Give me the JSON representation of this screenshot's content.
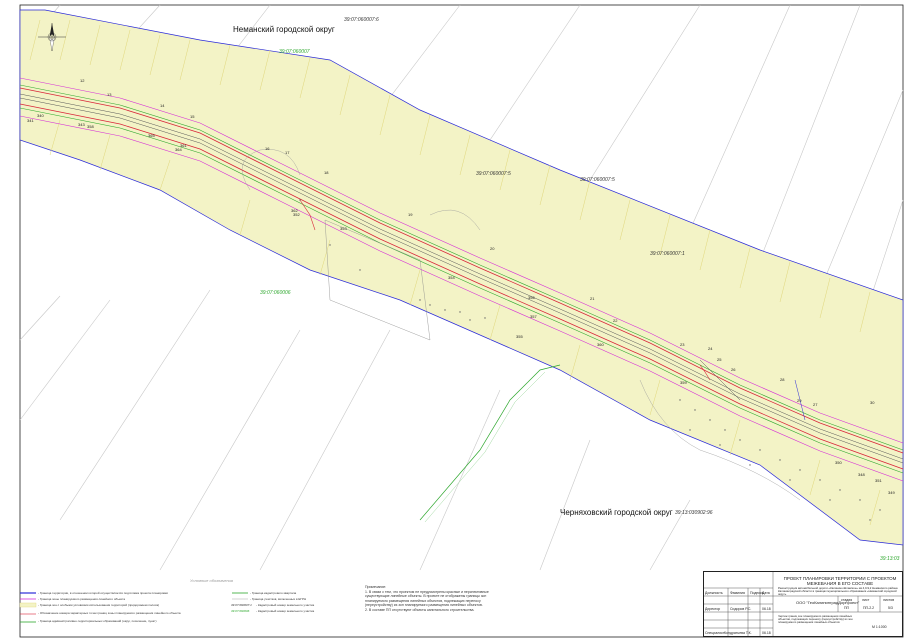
{
  "districts": {
    "neman": "Неманский городской округ",
    "chernyakhovsk": "Черняховский городской округ"
  },
  "cadastral_labels": {
    "top_1": "39:07:060007:6",
    "quarter_top_green": "39:07:060007",
    "mid_1": "39:07:060007:5",
    "mid_2": "39:07:060007:5",
    "mid_3": "39:07:060007:1",
    "quarter_left_green": "39:07:060006",
    "bottom": "39:13:030902:96",
    "corner_green": "39:13:03"
  },
  "parcel_numbers": [
    "12",
    "13",
    "14",
    "15",
    "16",
    "17",
    "18",
    "19",
    "20",
    "21",
    "22",
    "23",
    "24",
    "25",
    "26",
    "27",
    "28",
    "29",
    "30",
    "340",
    "341",
    "343",
    "348",
    "349",
    "350",
    "351",
    "352",
    "353",
    "354",
    "355",
    "356",
    "357",
    "358",
    "359",
    "360",
    "361",
    "362",
    "364",
    "365"
  ],
  "legend": {
    "title": "Условные обозначения",
    "left": [
      "- Граница территории, в отношении которой осуществляется подготовка проекта планировки",
      "- Граница зоны планируемого размещения линейного объекта",
      "- Граница зон с особыми условиями использования территорий (придорожная полоса)",
      "- Обозначение номера характерных точек границ зоны планируемого размещения линейного объекта",
      "- Граница административно-территориальных образований (округ, поселение, пункт)"
    ],
    "right": [
      "- Граница кадастрового квартала",
      "- Граница участков, включенных в ЕГРН",
      "- Кадастровый номер земельного участка",
      "- Кадастровый номер земельного участка"
    ],
    "right_codes": [
      "39:07:060007:1",
      "39:07:060006"
    ]
  },
  "notes": {
    "title": "Примечание:",
    "lines": [
      "1. В связи с тем, что проектом не предусмотрены красные и перспективные",
      "существующие линейные объекты. В проекте не отображены границы зон",
      "планируемого размещения линейных объектов, подлежащих переносу",
      "(переустройству) из зон планируемого размещения линейных объектов.",
      "2. В составе ПП отсутствуют объекты капитального строительства."
    ]
  },
  "stamp": {
    "title": "ПРОЕКТ ПЛАНИРОВКИ ТЕРРИТОРИИ С ПРОЕКТОМ МЕЖЕВАНИЯ В ЕГО СОСТАВЕ",
    "description": "Реконструкция автомобильной дороги «Калинино-Шлакское» км 4,0-9,2 Неманского района Калининградской области в границах муниципального образования «Неманский городской округ»",
    "company": "ООО \"ГеоКалининградДорпроект\"",
    "cols": [
      "Должность",
      "Фамилия",
      "Подпись",
      "Дата"
    ],
    "author_role": "Директор",
    "author_name": "Сидоров Р.С.",
    "checker_role": "Специалист",
    "checker_name": "Кондратьева Т.К.",
    "date1": "06.18",
    "date2": "06.18",
    "stage_label": "стадия",
    "sheet_label": "лист",
    "sheets_label": "листов",
    "stage": "ПП",
    "sheet": "ПП-2.2",
    "sheets": "5/3",
    "drawing_title": "Чертеж границ зон планируемого размещения линейных объектов, подлежащих переносу (переустройству) из зон планируемого размещения линейных объектов",
    "scale": "М 1:1000"
  },
  "colors": {
    "zone_fill": "#f3f3c6",
    "road_red": "#d8263a",
    "boundary_magenta": "#d62fd6",
    "green_line": "#2ea82e",
    "cad_line": "#c8c8c8",
    "blue_line": "#2a2ad8"
  },
  "icons": [
    "north-arrow-icon",
    "tree-symbol-icon"
  ]
}
